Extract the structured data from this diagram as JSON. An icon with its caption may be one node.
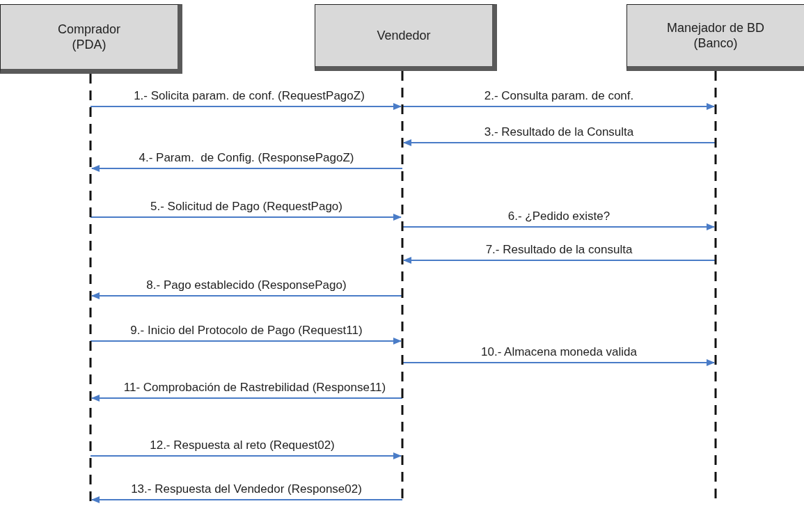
{
  "diagram": {
    "nodes": [
      {
        "text": [
          "Comprador (PDA)"
        ]
      },
      {
        "text": [
          "Vendedor"
        ]
      },
      {
        "text": [
          "Manejador de BD (Banco)"
        ]
      }
    ],
    "edges": [
      {
        "from": 0,
        "to": 1,
        "arrow": "to",
        "label": "1.- Solicita param. de conf. (RequestPagoZ)"
      },
      {
        "from": 1,
        "to": 2,
        "arrow": "to",
        "label": "2.- Consulta param. de conf."
      },
      {
        "from": 2,
        "to": 1,
        "arrow": "to",
        "label": "3.- Resultado de la Consulta"
      },
      {
        "from": 1,
        "to": 0,
        "arrow": "to",
        "label": "4.- Param.  de Config. (ResponsePagoZ)"
      },
      {
        "from": 0,
        "to": 1,
        "arrow": "to",
        "label": "5.- Solicitud de Pago (RequestPago)"
      },
      {
        "from": 1,
        "to": 2,
        "arrow": "to",
        "label": "6.- ¿Pedido existe?"
      },
      {
        "from": 2,
        "to": 1,
        "arrow": "to",
        "label": "7.- Resultado de la consulta"
      },
      {
        "from": 1,
        "to": 0,
        "arrow": "to",
        "label": "8.- Pago establecido (ResponsePago)"
      },
      {
        "from": 0,
        "to": 1,
        "arrow": "to",
        "label": "9.- Inicio del Protocolo de Pago (Request11)"
      },
      {
        "from": 1,
        "to": 2,
        "arrow": "to",
        "label": "10.- Almacena moneda valida"
      },
      {
        "from": 1,
        "to": 0,
        "arrow": "to",
        "label": "11- Comprobación de Rastrebilidad (Response11)"
      },
      {
        "from": 0,
        "to": 1,
        "arrow": "to",
        "label": "12.- Respuesta al reto (Request02)"
      },
      {
        "from": 1,
        "to": 0,
        "arrow": "to",
        "label": "13.- Respuesta del Vendedor (Response02)"
      }
    ]
  }
}
